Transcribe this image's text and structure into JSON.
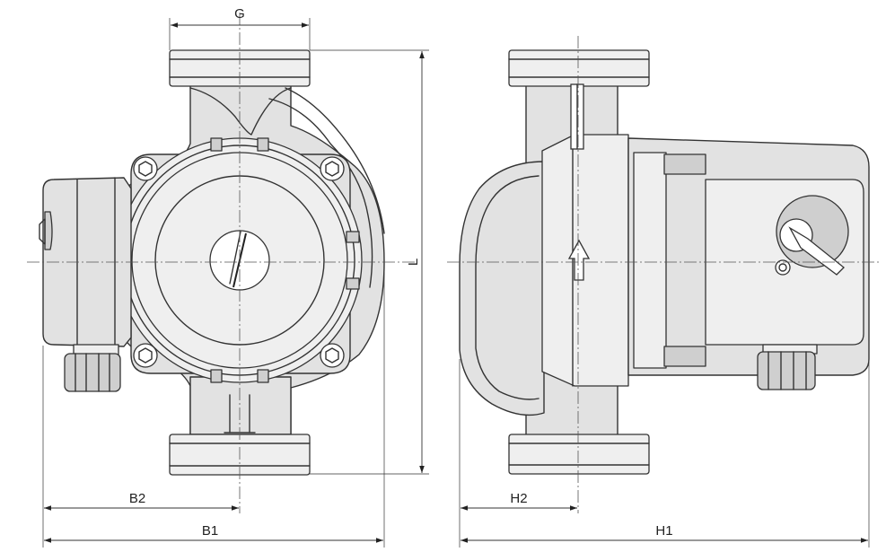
{
  "dimensions": {
    "G": "G",
    "L": "L",
    "B2": "B2",
    "B1": "B1",
    "H2": "H2",
    "H1": "H1"
  },
  "views": {
    "front": "front-view",
    "side": "side-view"
  },
  "colors": {
    "line": "#333333",
    "fill": "#e2e2e2",
    "background": "#ffffff"
  }
}
